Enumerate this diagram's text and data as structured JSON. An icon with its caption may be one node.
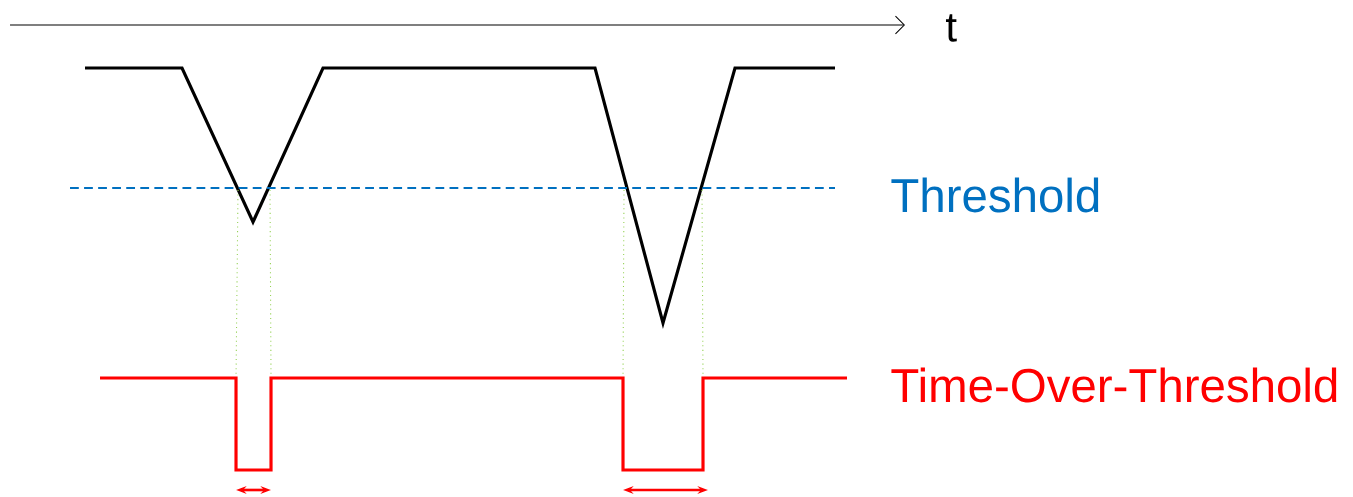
{
  "diagram": {
    "labels": [
      "t",
      "Threshold",
      "Time-Over-Threshold"
    ]
  }
}
